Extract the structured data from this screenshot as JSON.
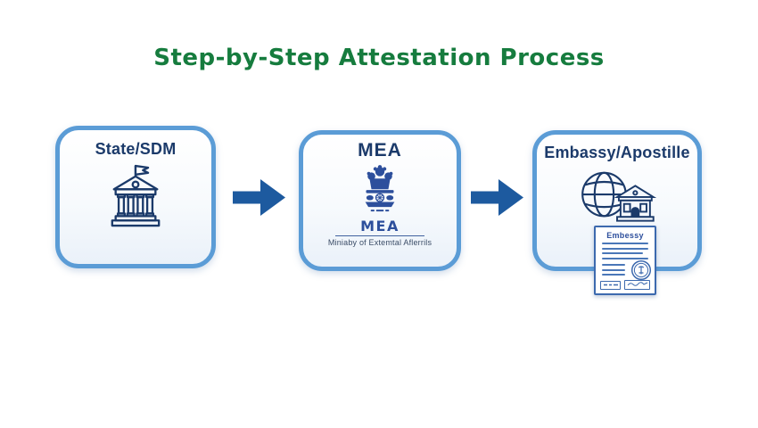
{
  "title": "Step-by-Step Attestation Process",
  "steps": [
    {
      "id": "state-sdm",
      "label": "State/SDM",
      "icon": "government-building-flag-icon"
    },
    {
      "id": "mea",
      "label": "MEA",
      "icon": "ashoka-lion-capital-emblem-icon",
      "emblem_wordmark": "MEA",
      "emblem_caption": "Miniaby of Extemtal Aflerrils"
    },
    {
      "id": "embassy-apostille",
      "label": "Embassy/Apostille",
      "icon": "globe-embassy-building-icon",
      "document_title": "Embessy"
    }
  ],
  "colors": {
    "title_green": "#167c3e",
    "box_border_blue": "#5b9cd6",
    "navy_text": "#1b3a6a",
    "arrow_blue": "#1d5a9f",
    "emblem_blue": "#2d4f9c",
    "document_blue": "#3c69ae"
  }
}
